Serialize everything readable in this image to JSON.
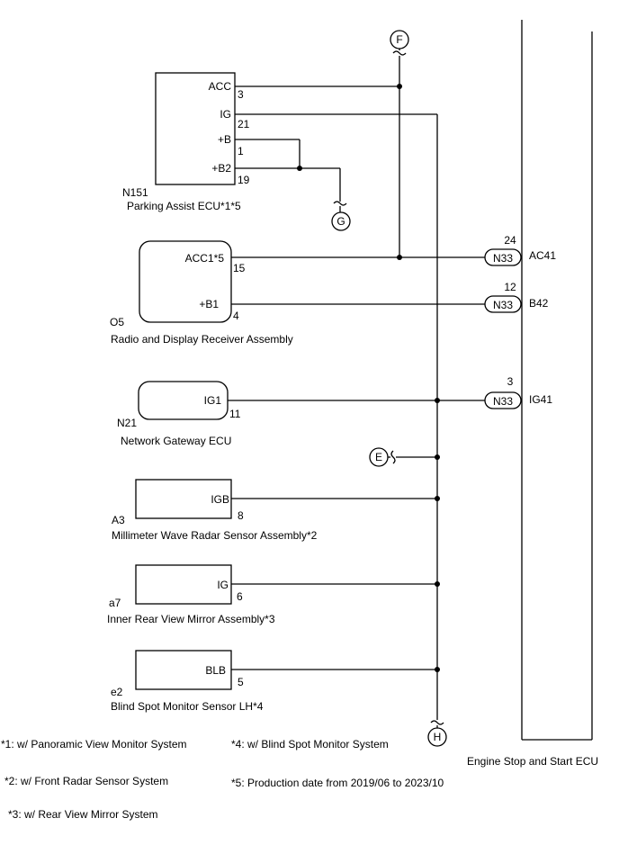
{
  "components": {
    "parking_assist": {
      "code": "N151",
      "name": "Parking Assist ECU*1*5",
      "pins": [
        {
          "label": "ACC",
          "num": "3"
        },
        {
          "label": "IG",
          "num": "21"
        },
        {
          "label": "+B",
          "num": "1"
        },
        {
          "label": "+B2",
          "num": "19"
        }
      ]
    },
    "radio": {
      "code": "O5",
      "name": "Radio and Display Receiver Assembly",
      "pins": [
        {
          "label": "ACC1*5",
          "num": "15"
        },
        {
          "label": "+B1",
          "num": "4"
        }
      ]
    },
    "gateway": {
      "code": "N21",
      "name": "Network Gateway ECU",
      "pins": [
        {
          "label": "IG1",
          "num": "11"
        }
      ]
    },
    "radar": {
      "code": "A3",
      "name": "Millimeter Wave Radar Sensor Assembly*2",
      "pins": [
        {
          "label": "IGB",
          "num": "8"
        }
      ]
    },
    "mirror": {
      "code": "a7",
      "name": "Inner Rear View Mirror Assembly*3",
      "pins": [
        {
          "label": "IG",
          "num": "6"
        }
      ]
    },
    "blind_spot": {
      "code": "e2",
      "name": "Blind Spot Monitor Sensor LH*4",
      "pins": [
        {
          "label": "BLB",
          "num": "5"
        }
      ]
    },
    "engine_ecu": {
      "name": "Engine Stop and Start ECU",
      "pins": [
        {
          "connector": "N33",
          "num": "24",
          "label": "AC41"
        },
        {
          "connector": "N33",
          "num": "12",
          "label": "B42"
        },
        {
          "connector": "N33",
          "num": "3",
          "label": "IG41"
        }
      ]
    }
  },
  "off_page": {
    "F": "F",
    "G": "G",
    "E": "E",
    "H": "H"
  },
  "footnotes": [
    "*1: w/ Panoramic View Monitor System",
    "*2: w/ Front Radar Sensor System",
    "*3: w/ Rear View Mirror System",
    "*4: w/ Blind Spot Monitor System",
    "*5: Production date from 2019/06 to 2023/10"
  ]
}
